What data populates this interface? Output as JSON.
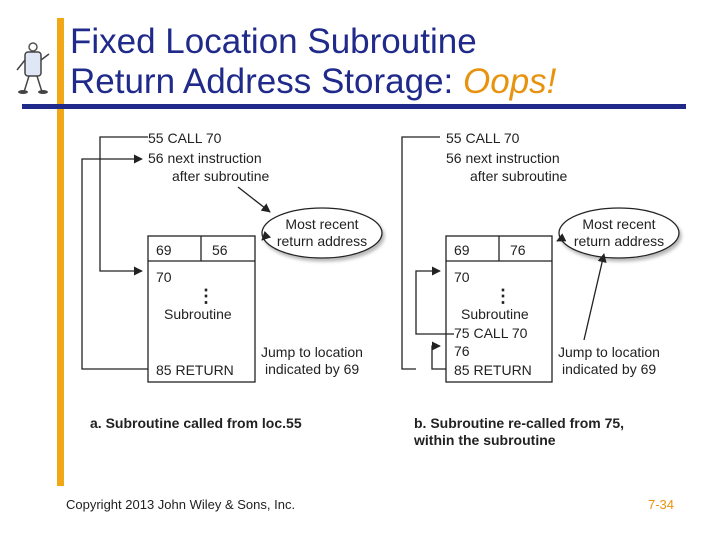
{
  "title": {
    "line1": "Fixed Location Subroutine",
    "line2_prefix": "Return Address Storage: ",
    "line2_accent": "Oops!"
  },
  "colors": {
    "title": "#1f2a8a",
    "accent": "#e8930f",
    "bar": "#f0a817",
    "ink": "#222222"
  },
  "panel_a": {
    "call_line1": "55 CALL 70",
    "call_line2": "56 next instruction",
    "call_line3": "after subroutine",
    "cell_left": "69",
    "cell_right": "56",
    "start_addr": "70",
    "dots": "⋮",
    "sub_label": "Subroutine",
    "return_line": "85 RETURN",
    "bubble_line1": "Most recent",
    "bubble_line2": "return address",
    "jump_line1": "Jump to location",
    "jump_line2": "indicated by 69",
    "caption": "a. Subroutine called from loc.55"
  },
  "panel_b": {
    "call_line1": "55 CALL 70",
    "call_line2": "56 next instruction",
    "call_line3": "after subroutine",
    "cell_left": "69",
    "cell_right": "76",
    "start_addr": "70",
    "dots": "⋮",
    "sub_label": "Subroutine",
    "recall_line": "75 CALL 70",
    "next_addr": "76",
    "return_line": "85 RETURN",
    "bubble_line1": "Most recent",
    "bubble_line2": "return address",
    "jump_line1": "Jump to location",
    "jump_line2": "indicated by 69",
    "caption_line1": "b. Subroutine re-called from 75,",
    "caption_line2": "within the subroutine"
  },
  "footer": {
    "copyright": "Copyright 2013 John Wiley & Sons, Inc.",
    "page": "7-34"
  }
}
